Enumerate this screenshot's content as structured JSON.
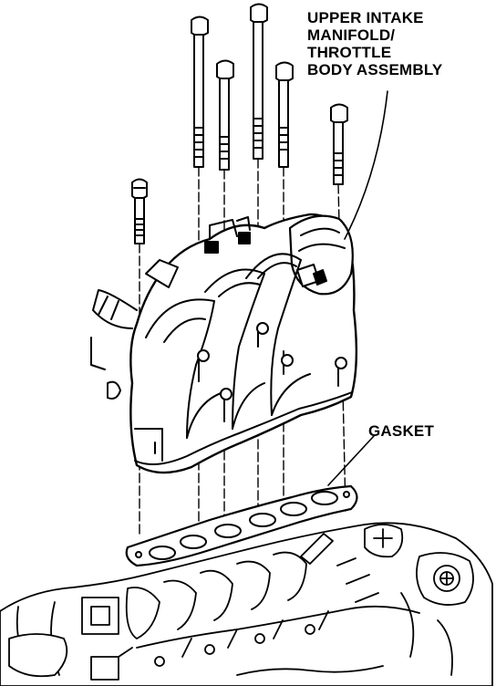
{
  "labels": {
    "upper_intake": [
      "UPPER INTAKE",
      "MANIFOLD/",
      "THROTTLE",
      "BODY ASSEMBLY"
    ],
    "gasket": "GASKET"
  },
  "colors": {
    "ink": "#000000",
    "paper": "#ffffff"
  }
}
